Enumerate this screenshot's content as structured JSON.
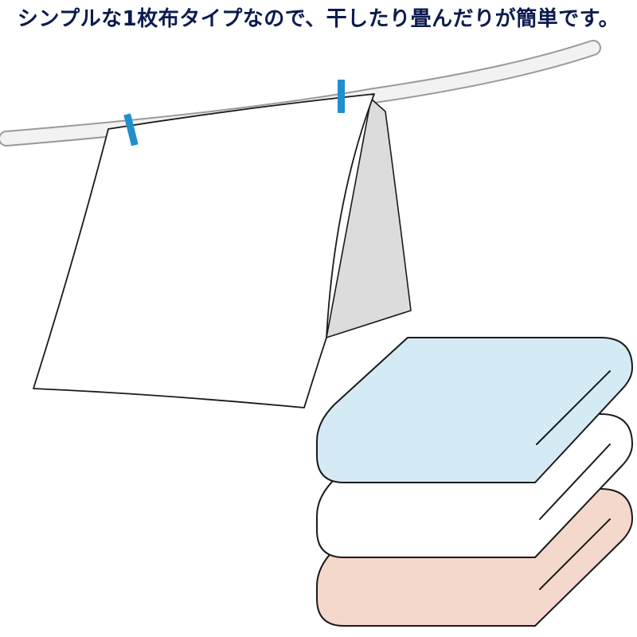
{
  "caption": {
    "text": "シンプルな1枚布タイプなので、干したり畳んだりが簡単です。"
  },
  "colors": {
    "text": "#0c1a4f",
    "outline": "#1a1a1a",
    "rope_fill": "#f2f2f2",
    "rope_outline": "#9a9a9a",
    "clothespin": "#1f8fd0",
    "towel_hanging_front": "#ffffff",
    "towel_hanging_back": "#dcdcdc",
    "towel_blue": "#d4ebf6",
    "towel_white": "#ffffff",
    "towel_pink": "#f5d8cc"
  },
  "icons": {
    "hanging_towel": "hanging-towel-illustration",
    "folded_stack": "folded-towel-stack-illustration"
  }
}
